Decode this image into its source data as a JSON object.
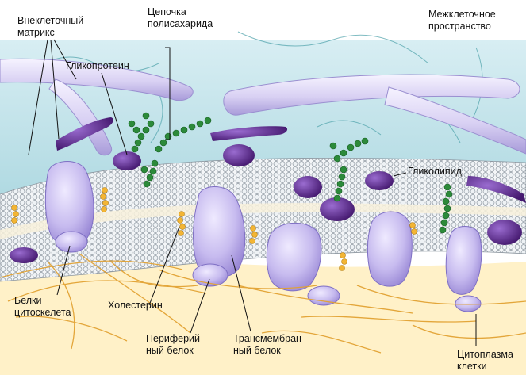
{
  "labels": {
    "extracellular_matrix": [
      "Внеклеточный",
      "матрикс"
    ],
    "polysaccharide_chain": [
      "Цепочка",
      "полисахарида"
    ],
    "intercellular_space": [
      "Межклеточное",
      "пространство"
    ],
    "glycoprotein": "Гликопротеин",
    "glycolipid": "Гликолипид",
    "cytoskeleton_proteins": [
      "Белки",
      "цитоскелета"
    ],
    "cholesterol": "Холестерин",
    "peripheral_protein": [
      "Периферий-",
      "ный белок"
    ],
    "transmembrane_protein": [
      "Трансмембран-",
      "ный белок"
    ],
    "cell_cytoplasm": [
      "Цитоплазма",
      "клетки"
    ]
  },
  "colors": {
    "extracellular_bg": "#bfe3ea",
    "cytoplasm_bg": "#fff3cf",
    "lipid_head": "#e9eef2",
    "protein": "#c8bdf0",
    "glycoprotein_purple": "#5a2a8e",
    "sugar_chain": "#2e8a3a",
    "cholesterol": "#f2b632",
    "fibers": "#e0a030",
    "matrix_fiber": "#d9d2f2",
    "leader_line": "#111111"
  }
}
